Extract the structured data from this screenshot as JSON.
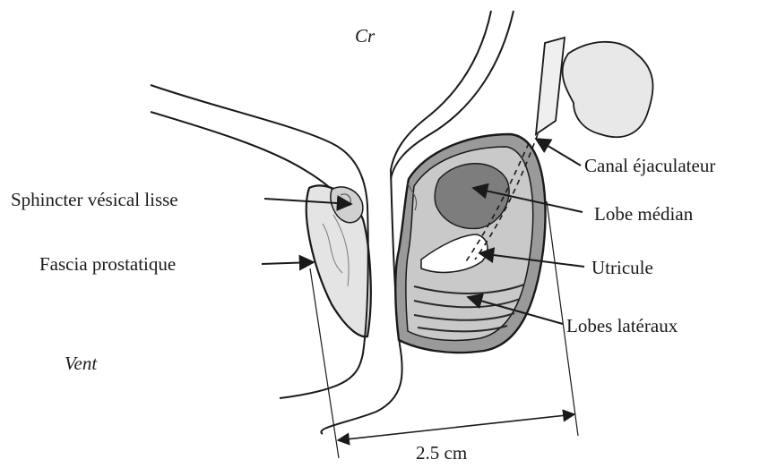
{
  "orientation": {
    "cranial": "Cr",
    "ventral": "Vent"
  },
  "labels": {
    "sphincter": "Sphincter vésical lisse",
    "fascia": "Fascia prostatique",
    "canal": "Canal éjaculateur",
    "lobe_median": "Lobe médian",
    "utricule": "Utricule",
    "lobes_lateraux": "Lobes latéraux"
  },
  "measurement": {
    "value": "2.5 cm"
  },
  "colors": {
    "ink": "#1a1a1a",
    "tissue": "#e6e6e6",
    "dark_band": "#8c8c8c",
    "background": "#ffffff"
  }
}
